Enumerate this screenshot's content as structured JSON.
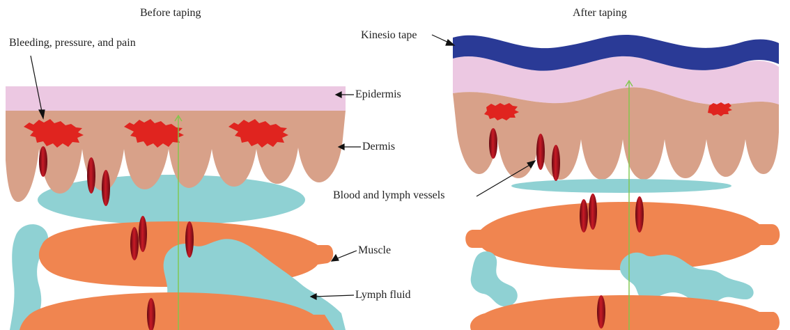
{
  "panels": {
    "before": {
      "title": "Before taping",
      "labels": {
        "bleeding": "Bleeding, pressure, and pain",
        "epidermis": "Epidermis",
        "dermis": "Dermis",
        "muscle": "Muscle",
        "lymph_fluid": "Lymph fluid"
      }
    },
    "after": {
      "title": "After taping",
      "labels": {
        "kinesio_tape": "Kinesio tape",
        "vessels": "Blood and lymph vessels"
      }
    }
  },
  "colors": {
    "tape": "#2a3a96",
    "epidermis": "#ecc8e2",
    "dermis": "#d8a189",
    "lymph": "#8fd1d3",
    "muscle": "#f08550",
    "bleeding": "#e0241f",
    "vessel": "#a50f1c",
    "guide_line": "#7ec84a"
  }
}
